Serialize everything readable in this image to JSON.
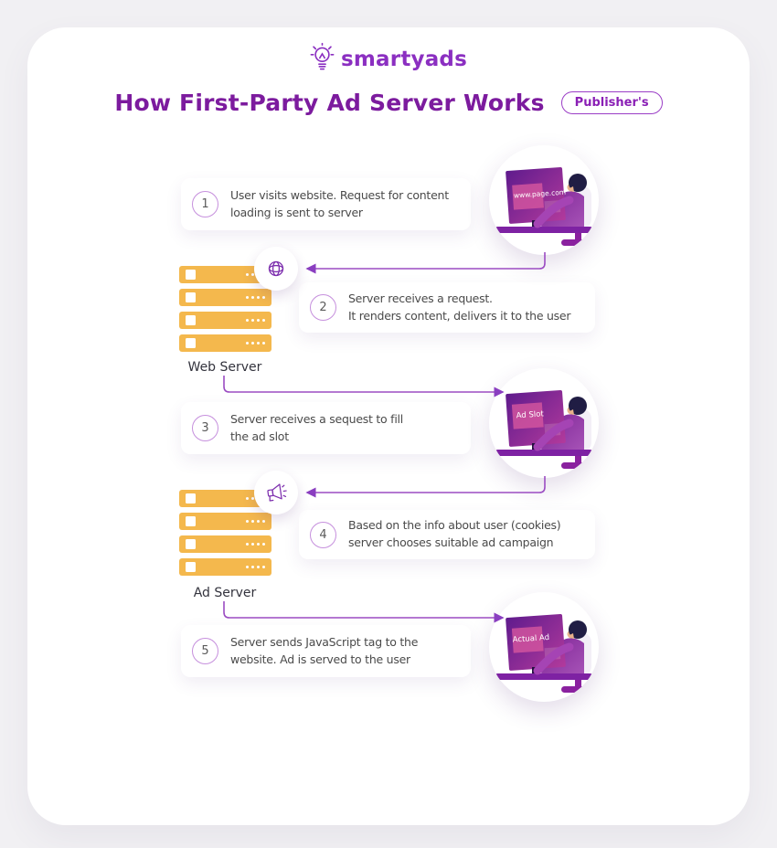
{
  "page": {
    "background": "#f1f0f3",
    "sheet_color": "#ffffff"
  },
  "logo": {
    "text": "smartyads"
  },
  "header": {
    "title": "How First-Party Ad Server Works",
    "badge": "Publisher's"
  },
  "steps": [
    {
      "number": "1",
      "lines": [
        "User visits website. Request for content",
        "loading is sent to server"
      ]
    },
    {
      "number": "2",
      "lines": [
        "Server receives a request.",
        "It renders content, delivers it to the user"
      ]
    },
    {
      "number": "3",
      "lines": [
        "Server receives a sequest to fill",
        "the ad slot"
      ]
    },
    {
      "number": "4",
      "lines": [
        "Based on the info about user (cookies)",
        "server chooses suitable ad campaign"
      ]
    },
    {
      "number": "5",
      "lines": [
        "Server sends JavaScript tag to the",
        "website. Ad is served to the user"
      ]
    }
  ],
  "servers": [
    {
      "label": "Web Server"
    },
    {
      "label": "Ad Server"
    }
  ],
  "illustrations": [
    {
      "screen_label": "www.page.com"
    },
    {
      "screen_label": "Ad Slot"
    },
    {
      "screen_label": "Actual Ad"
    }
  ],
  "colors": {
    "accent_purple": "#8b2fc1",
    "title_purple": "#7c1b9e",
    "connector_purple": "#9b4cc2",
    "server_yellow": "#f4b84d",
    "card_text": "#4a4a4a"
  }
}
